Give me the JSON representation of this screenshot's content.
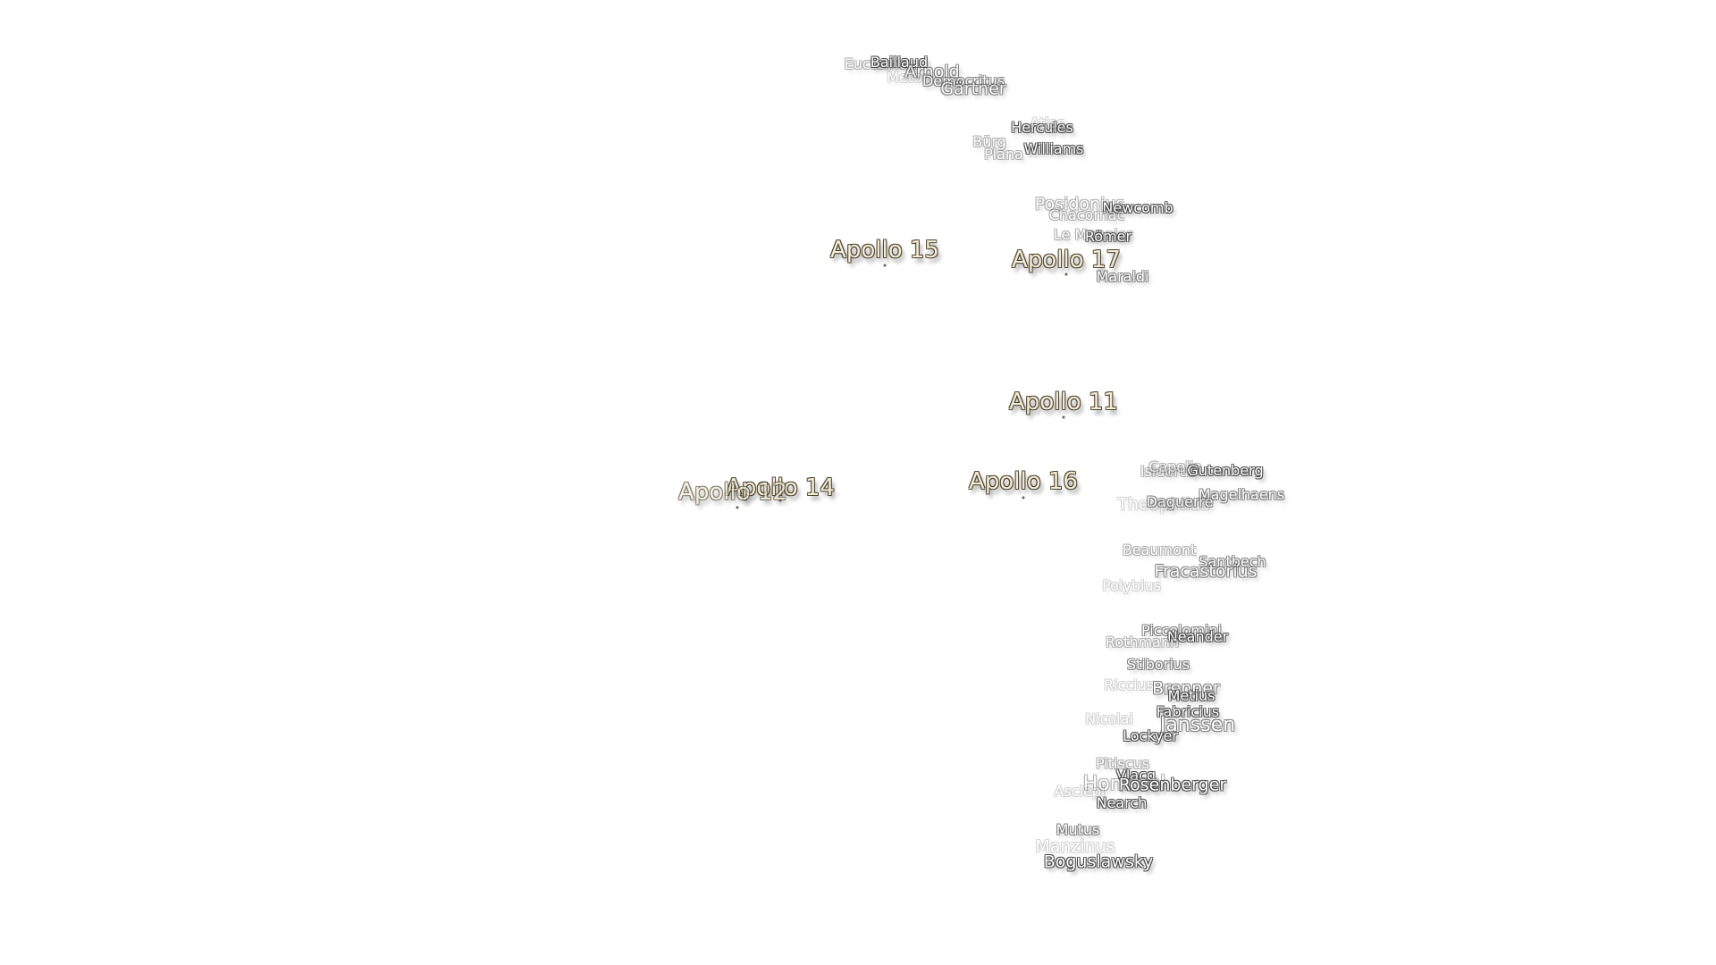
{
  "map": {
    "apollo_sites": [
      {
        "name": "Apollo 15",
        "key": "apollo-15"
      },
      {
        "name": "Apollo 17",
        "key": "apollo-17"
      },
      {
        "name": "Apollo 11",
        "key": "apollo-11"
      },
      {
        "name": "Apollo 16",
        "key": "apollo-16"
      },
      {
        "name": "Apollo 14",
        "key": "apollo-14"
      },
      {
        "name": "Apollo 12",
        "key": "apollo-12"
      }
    ],
    "craters": [
      "Euctemon",
      "Baillaud",
      "Arnold",
      "Meton",
      "Democritus",
      "Gärtner",
      "Hercules",
      "Atlas",
      "Bürg",
      "Plana",
      "Williams",
      "Posidonius",
      "Newcomb",
      "Chacornac",
      "Le Monnier",
      "Römer",
      "Maraldi",
      "Isidorus",
      "Capella",
      "Gutenberg",
      "Magelhaens",
      "Theophilus",
      "Daguerre",
      "Beaumont",
      "Santbech",
      "Fracastorius",
      "Polybius",
      "Piccolomini",
      "Neander",
      "Rothmann",
      "Stiborius",
      "Riccius",
      "Brenner",
      "Metius",
      "Fabricius",
      "Nicolai",
      "Janssen",
      "Lockyer",
      "Pitiscus",
      "Vlacq",
      "Hommel",
      "Rosenberger",
      "Asclepi",
      "Nearch",
      "Mutus",
      "Manzinus",
      "Boguslawsky"
    ]
  }
}
